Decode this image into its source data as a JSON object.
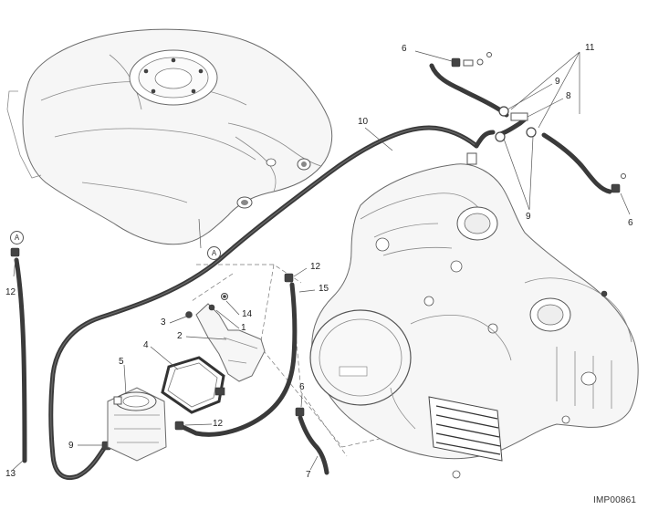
{
  "diagram": {
    "drawing_code": "IMP00861",
    "connector_ref": "A",
    "part_numbers": [
      "1",
      "2",
      "3",
      "4",
      "5",
      "6",
      "7",
      "8",
      "9",
      "10",
      "11",
      "12",
      "13",
      "14",
      "15"
    ]
  },
  "callouts": [
    {
      "id": "c6-top",
      "text": "6"
    },
    {
      "id": "c11",
      "text": "11"
    },
    {
      "id": "c9-top",
      "text": "9"
    },
    {
      "id": "c8",
      "text": "8"
    },
    {
      "id": "c10",
      "text": "10"
    },
    {
      "id": "c9-mid",
      "text": "9"
    },
    {
      "id": "c6-right",
      "text": "6"
    },
    {
      "id": "c12-left",
      "text": "12"
    },
    {
      "id": "c12-mid",
      "text": "12"
    },
    {
      "id": "c15",
      "text": "15"
    },
    {
      "id": "c14",
      "text": "14"
    },
    {
      "id": "c1",
      "text": "1"
    },
    {
      "id": "c3",
      "text": "3"
    },
    {
      "id": "c2",
      "text": "2"
    },
    {
      "id": "c4",
      "text": "4"
    },
    {
      "id": "c5",
      "text": "5"
    },
    {
      "id": "c12-low",
      "text": "12"
    },
    {
      "id": "c9-low",
      "text": "9"
    },
    {
      "id": "c13",
      "text": "13"
    },
    {
      "id": "c6-low",
      "text": "6"
    },
    {
      "id": "c7",
      "text": "7"
    }
  ]
}
